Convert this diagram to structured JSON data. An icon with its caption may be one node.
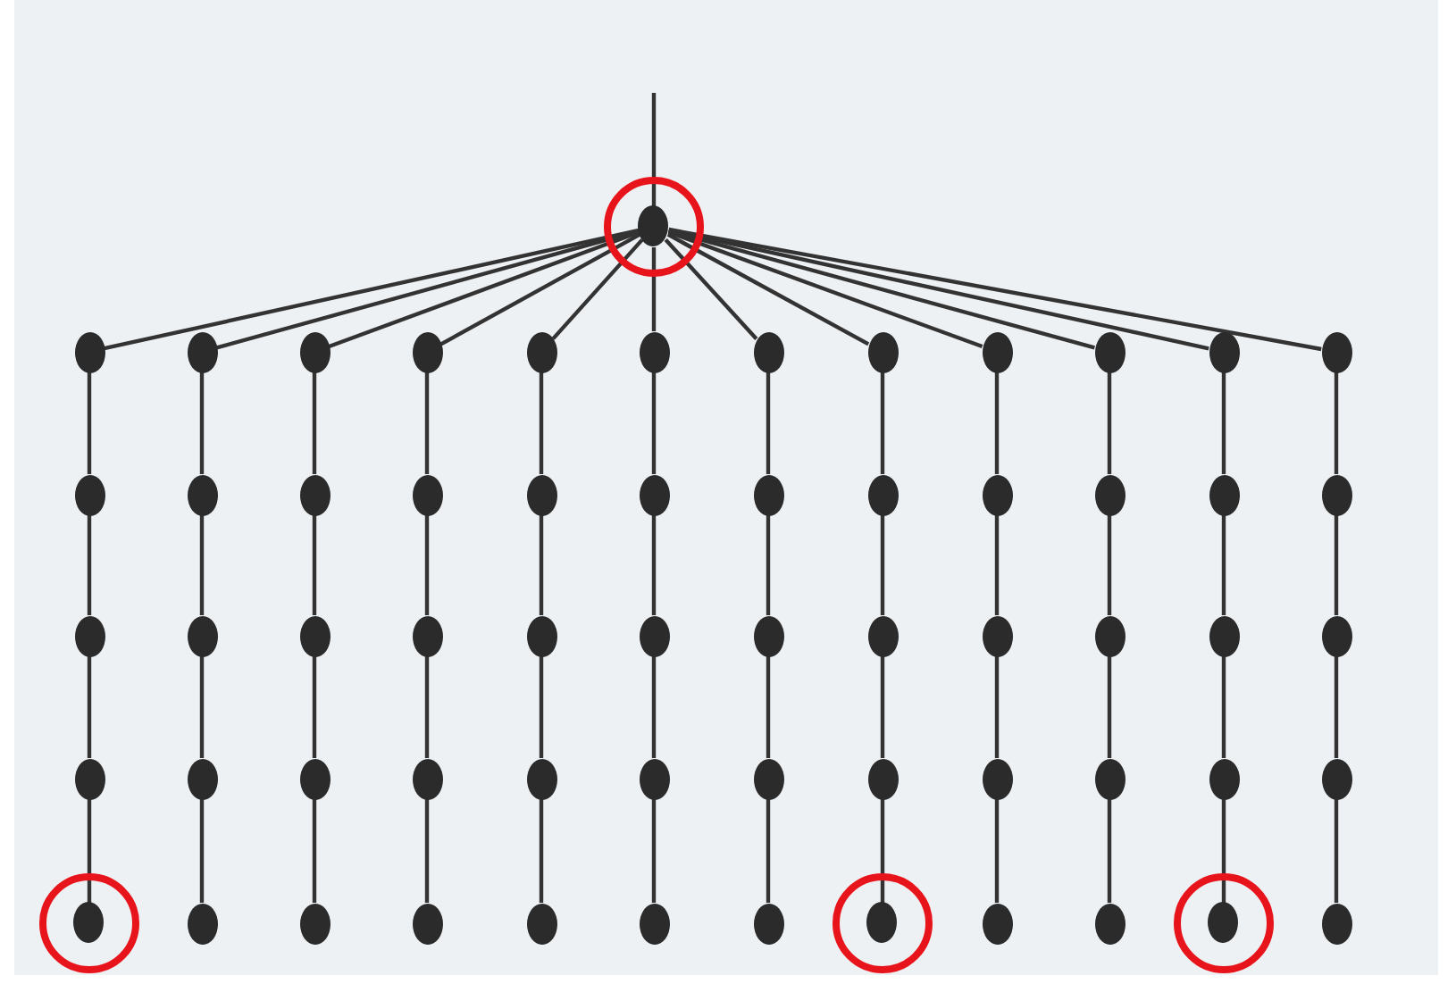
{
  "diagram": {
    "nodes": [
      {
        "text": [],
        "shape": "circle"
      },
      {
        "text": [],
        "shape": "circle",
        "in": 0
      },
      {
        "text": [],
        "shape": "circle"
      },
      {
        "text": [],
        "shape": "circle"
      },
      {
        "text": [],
        "shape": "circle"
      },
      {
        "text": [],
        "shape": "circle"
      },
      {
        "text": [],
        "shape": "circle"
      },
      {
        "text": [],
        "shape": "circle"
      },
      {
        "text": [],
        "shape": "circle"
      },
      {
        "text": [],
        "shape": "circle"
      },
      {
        "text": [],
        "shape": "circle"
      },
      {
        "text": [],
        "shape": "circle"
      },
      {
        "text": [],
        "shape": "circle"
      },
      {
        "text": [],
        "shape": "circle"
      },
      {
        "text": [],
        "shape": "circle"
      },
      {
        "text": [],
        "shape": "circle"
      },
      {
        "text": [],
        "shape": "circle"
      },
      {
        "text": [],
        "shape": "circle"
      },
      {
        "text": [],
        "shape": "circle"
      },
      {
        "text": [],
        "shape": "circle"
      },
      {
        "text": [],
        "shape": "circle"
      },
      {
        "text": [],
        "shape": "circle"
      },
      {
        "text": [],
        "shape": "circle"
      },
      {
        "text": [],
        "shape": "circle"
      },
      {
        "text": [],
        "shape": "circle"
      },
      {
        "text": [],
        "shape": "circle"
      },
      {
        "text": [],
        "shape": "circle"
      },
      {
        "text": [],
        "shape": "circle"
      },
      {
        "text": [],
        "shape": "circle"
      },
      {
        "text": [],
        "shape": "circle"
      },
      {
        "text": [],
        "shape": "circle"
      },
      {
        "text": [],
        "shape": "circle"
      },
      {
        "text": [],
        "shape": "circle"
      },
      {
        "text": [],
        "shape": "circle"
      },
      {
        "text": [],
        "shape": "circle"
      },
      {
        "text": [],
        "shape": "circle"
      },
      {
        "text": [],
        "shape": "circle"
      },
      {
        "text": [],
        "shape": "circle"
      },
      {
        "text": [],
        "shape": "circle"
      },
      {
        "text": [],
        "shape": "circle"
      },
      {
        "text": [],
        "shape": "circle"
      },
      {
        "text": [],
        "shape": "circle"
      },
      {
        "text": [],
        "shape": "circle"
      },
      {
        "text": [],
        "shape": "circle"
      },
      {
        "text": [],
        "shape": "circle"
      },
      {
        "text": [],
        "shape": "circle"
      },
      {
        "text": [],
        "shape": "circle"
      },
      {
        "text": [],
        "shape": "circle"
      },
      {
        "text": [],
        "shape": "circle"
      },
      {
        "text": [],
        "shape": "circle"
      },
      {
        "text": [],
        "shape": "circle"
      },
      {
        "text": [],
        "shape": "circle",
        "in": 50
      },
      {
        "text": [],
        "shape": "circle"
      },
      {
        "text": [],
        "shape": "circle"
      },
      {
        "text": [],
        "shape": "circle"
      },
      {
        "text": [],
        "shape": "circle"
      },
      {
        "text": [],
        "shape": "circle"
      },
      {
        "text": [],
        "shape": "circle"
      },
      {
        "text": [],
        "shape": "circle"
      },
      {
        "text": [],
        "shape": "circle",
        "in": 58
      },
      {
        "text": [],
        "shape": "circle"
      },
      {
        "text": [],
        "shape": "circle"
      },
      {
        "text": [],
        "shape": "circle"
      },
      {
        "text": [],
        "shape": "circle",
        "in": 62
      },
      {
        "text": [],
        "shape": "circle"
      }
    ],
    "edges": [
      {
        "from": null,
        "to": 1,
        "arrow": "none"
      },
      {
        "from": 1,
        "to": 2,
        "arrow": "none"
      },
      {
        "from": 1,
        "to": 3,
        "arrow": "none"
      },
      {
        "from": 1,
        "to": 4,
        "arrow": "none"
      },
      {
        "from": 1,
        "to": 5,
        "arrow": "none"
      },
      {
        "from": 1,
        "to": 6,
        "arrow": "none"
      },
      {
        "from": 1,
        "to": 7,
        "arrow": "none"
      },
      {
        "from": 1,
        "to": 8,
        "arrow": "none"
      },
      {
        "from": 1,
        "to": 9,
        "arrow": "none"
      },
      {
        "from": 1,
        "to": 10,
        "arrow": "none"
      },
      {
        "from": 1,
        "to": 11,
        "arrow": "none"
      },
      {
        "from": 1,
        "to": 12,
        "arrow": "none"
      },
      {
        "from": 1,
        "to": 13,
        "arrow": "none"
      },
      {
        "from": 2,
        "to": 14,
        "arrow": "none"
      },
      {
        "from": 14,
        "to": 26,
        "arrow": "none"
      },
      {
        "from": 26,
        "to": 38,
        "arrow": "none"
      },
      {
        "from": 38,
        "to": 51,
        "arrow": "none"
      },
      {
        "from": 3,
        "to": 15,
        "arrow": "none"
      },
      {
        "from": 15,
        "to": 27,
        "arrow": "none"
      },
      {
        "from": 27,
        "to": 39,
        "arrow": "none"
      },
      {
        "from": 39,
        "to": 52,
        "arrow": "none"
      },
      {
        "from": 4,
        "to": 16,
        "arrow": "none"
      },
      {
        "from": 16,
        "to": 28,
        "arrow": "none"
      },
      {
        "from": 28,
        "to": 40,
        "arrow": "none"
      },
      {
        "from": 40,
        "to": 53,
        "arrow": "none"
      },
      {
        "from": 5,
        "to": 17,
        "arrow": "none"
      },
      {
        "from": 17,
        "to": 29,
        "arrow": "none"
      },
      {
        "from": 29,
        "to": 41,
        "arrow": "none"
      },
      {
        "from": 41,
        "to": 54,
        "arrow": "none"
      },
      {
        "from": 6,
        "to": 18,
        "arrow": "none"
      },
      {
        "from": 18,
        "to": 30,
        "arrow": "none"
      },
      {
        "from": 30,
        "to": 42,
        "arrow": "none"
      },
      {
        "from": 42,
        "to": 55,
        "arrow": "none"
      },
      {
        "from": 7,
        "to": 19,
        "arrow": "none"
      },
      {
        "from": 19,
        "to": 31,
        "arrow": "none"
      },
      {
        "from": 31,
        "to": 43,
        "arrow": "none"
      },
      {
        "from": 43,
        "to": 56,
        "arrow": "none"
      },
      {
        "from": 8,
        "to": 20,
        "arrow": "none"
      },
      {
        "from": 20,
        "to": 32,
        "arrow": "none"
      },
      {
        "from": 32,
        "to": 44,
        "arrow": "none"
      },
      {
        "from": 44,
        "to": 57,
        "arrow": "none"
      },
      {
        "from": 9,
        "to": 21,
        "arrow": "none"
      },
      {
        "from": 21,
        "to": 33,
        "arrow": "none"
      },
      {
        "from": 33,
        "to": 45,
        "arrow": "none"
      },
      {
        "from": 45,
        "to": 59,
        "arrow": "none"
      },
      {
        "from": 10,
        "to": 22,
        "arrow": "none"
      },
      {
        "from": 22,
        "to": 34,
        "arrow": "none"
      },
      {
        "from": 34,
        "to": 46,
        "arrow": "none"
      },
      {
        "from": 46,
        "to": 60,
        "arrow": "none"
      },
      {
        "from": 11,
        "to": 23,
        "arrow": "none"
      },
      {
        "from": 23,
        "to": 35,
        "arrow": "none"
      },
      {
        "from": 35,
        "to": 47,
        "arrow": "none"
      },
      {
        "from": 47,
        "to": 61,
        "arrow": "none"
      },
      {
        "from": 12,
        "to": 24,
        "arrow": "none"
      },
      {
        "from": 24,
        "to": 36,
        "arrow": "none"
      },
      {
        "from": 36,
        "to": 48,
        "arrow": "none"
      },
      {
        "from": 48,
        "to": 63,
        "arrow": "none"
      },
      {
        "from": 13,
        "to": 25,
        "arrow": "none"
      },
      {
        "from": 25,
        "to": 37,
        "arrow": "none"
      },
      {
        "from": 37,
        "to": 49,
        "arrow": "none"
      },
      {
        "from": 49,
        "to": 64,
        "arrow": "none"
      }
    ]
  }
}
